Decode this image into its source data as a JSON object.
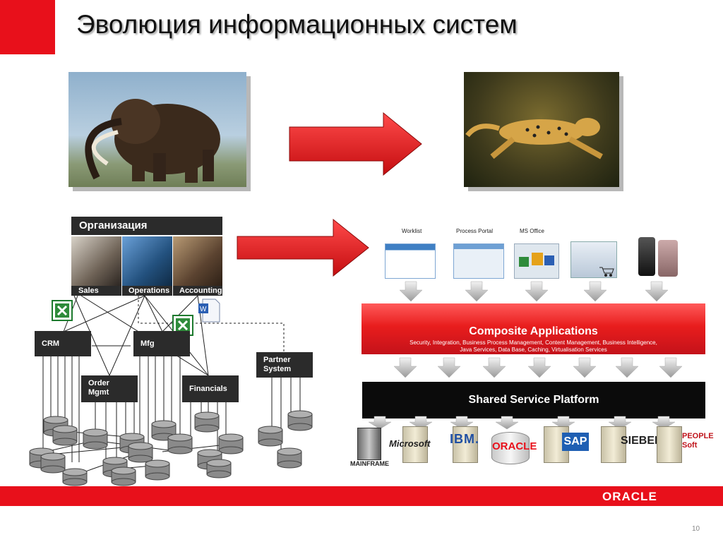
{
  "slide": {
    "title": "Эволюция информационных систем",
    "page_number": "10",
    "brand": "ORACLE"
  },
  "organization": {
    "title": "Организация",
    "departments": [
      "Sales",
      "Operations",
      "Accounting"
    ]
  },
  "legacy_systems": {
    "crm": "CRM",
    "mfg": "Mfg",
    "order_mgmt": [
      "Order",
      "Mgmt"
    ],
    "financials": "Financials",
    "partner_system": [
      "Partner",
      "System"
    ]
  },
  "channels": [
    "Worklist",
    "Process Portal",
    "MS Office"
  ],
  "composite": {
    "title": "Composite Applications",
    "subtitle_line1": "Security, Integration,  Business Process Management, Content Management, Business Intelligence,",
    "subtitle_line2": "Java Services, Data Base, Caching, Virtualisation Services"
  },
  "shared_platform": "Shared Service Platform",
  "vendors": {
    "mainframe": "MAINFRAME",
    "microsoft": "Microsoft",
    "ibm": "IBM.",
    "oracle": "ORACLE",
    "sap": "SAP",
    "siebel": "SIEBEL",
    "peoplesoft": "PEOPLE Soft"
  },
  "colors": {
    "accent_red": "#e8101b",
    "dark_box": "#2b2b2b",
    "composite_red": "#e81d1d"
  }
}
